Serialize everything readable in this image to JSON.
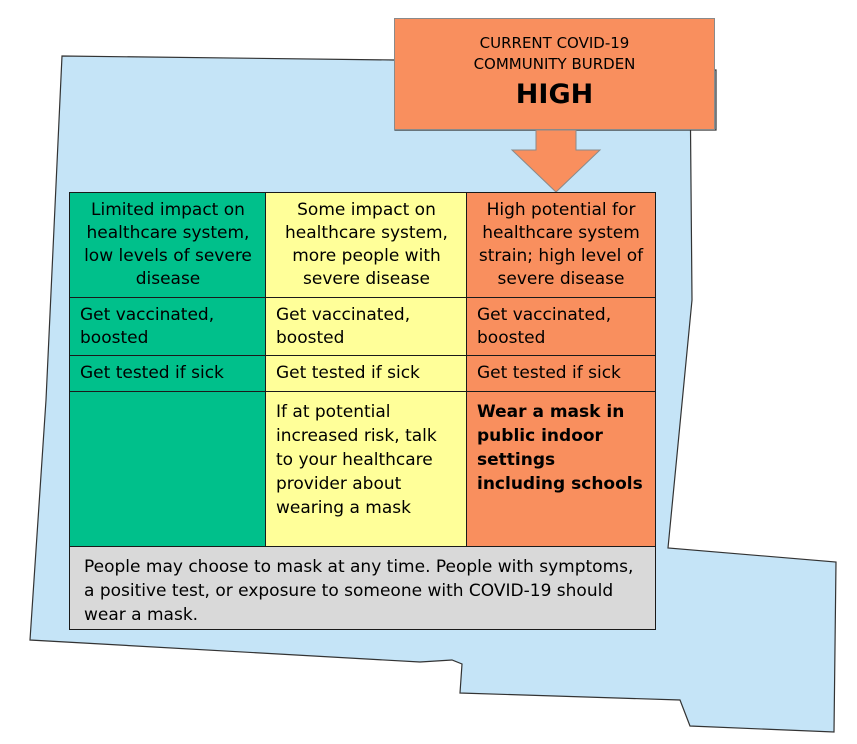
{
  "banner": {
    "line1": "CURRENT COVID-19",
    "line2": "COMMUNITY BURDEN",
    "level": "HIGH",
    "color": "#f98f5e"
  },
  "colors": {
    "map_fill": "#c5e4f7",
    "low": "#00c08b",
    "medium": "#ffff99",
    "high": "#f98f5e",
    "footer": "#d9d9d9"
  },
  "columns": [
    {
      "impact": "Limited impact on healthcare system, low levels of severe disease",
      "vaccinate": "Get vaccinated, boosted",
      "test": "Get tested if sick",
      "mask": ""
    },
    {
      "impact": "Some impact on healthcare system, more people with severe disease",
      "vaccinate": "Get vaccinated, boosted",
      "test": "Get tested if sick",
      "mask": "If at potential increased risk, talk to your healthcare provider about wearing a mask"
    },
    {
      "impact": "High potential for healthcare system strain; high level of severe disease",
      "vaccinate": "Get vaccinated, boosted",
      "test": "Get tested if sick",
      "mask": "Wear a mask in public indoor settings including schools"
    }
  ],
  "footer": "People may choose to mask at any time. People with symptoms, a positive test, or exposure to someone with COVID-19 should wear a mask."
}
